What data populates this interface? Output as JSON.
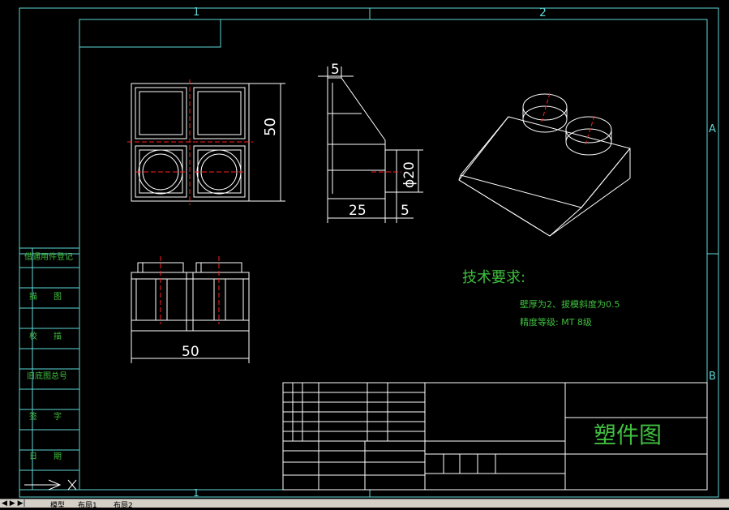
{
  "border_labels": {
    "top_1": "1",
    "top_2": "2",
    "bottom_1": "1",
    "right_a": "A",
    "right_b": "B"
  },
  "dimensions": {
    "front_height": "50",
    "side_top": "5",
    "side_width": "25",
    "side_tab": "5",
    "side_diameter": "ϕ20",
    "bottom_width": "50"
  },
  "tech_requirements": {
    "title": "技术要求:",
    "line1": "壁厚为2、拔模斜度为0.5",
    "line2": "精度等级: MT 8级"
  },
  "title_block": {
    "drawing_name": "塑件图"
  },
  "left_strip": {
    "row1": "借通用件登记",
    "row2": "描　　图",
    "row3": "校　　描",
    "row4": "旧底图总号",
    "row5": "签　　字",
    "row6": "日　　期"
  },
  "tabs": {
    "model": "模型",
    "layout1": "布局1",
    "layout2": "布局2"
  },
  "colors": {
    "background": "#000000",
    "frame": "#5fd7d7",
    "geometry": "#ffffff",
    "centerline": "#ff2020",
    "text": "#3fbf3f"
  }
}
